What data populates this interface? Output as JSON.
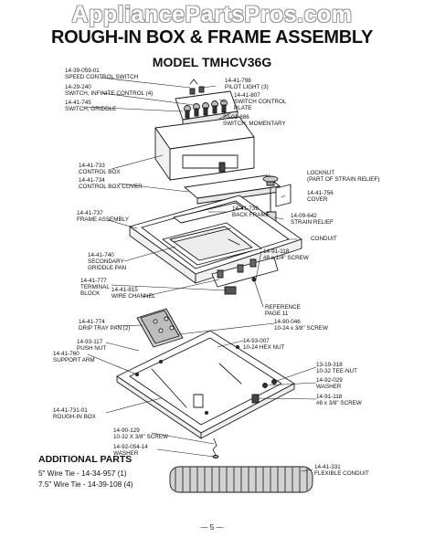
{
  "watermark": "AppliancePartsPros.com",
  "title": "ROUGH-IN BOX & FRAME ASSEMBLY",
  "model": "MODEL TMHCV36G",
  "callouts": {
    "speed_control_switch": {
      "part": "14-39-059-01",
      "desc": "SPEED CONTROL SWITCH"
    },
    "switch_infinite_control": {
      "part": "14-29-240",
      "desc": "SWITCH, INFINITE CONTROL (4)"
    },
    "switch_griddle": {
      "part": "14-41-745",
      "desc": "SWITCH, GRIDDLE"
    },
    "pilot_light": {
      "part": "14-41-798",
      "desc": "PILOT LIGHT (3)"
    },
    "switch_control_plate": {
      "part": "14-41-807",
      "desc1": "SWITCH CONTROL",
      "desc2": "PLATE"
    },
    "switch_momentary": {
      "part": "20-01-886",
      "desc": "SWITCH, MOMENTARY"
    },
    "control_box": {
      "part": "14-41-733",
      "desc": "CONTROL BOX"
    },
    "control_box_cover": {
      "part": "14-41-734",
      "desc": "CONTROL BOX COVER"
    },
    "locknut": {
      "desc1": "LOCKNUT",
      "desc2": "(PART OF STRAIN RELIEF)"
    },
    "cover": {
      "part": "14-41-756",
      "desc": "COVER"
    },
    "strain_relief": {
      "part": "14-09-642",
      "desc": "STRAIN RELIEF"
    },
    "conduit": {
      "desc": "CONDUIT"
    },
    "frame_assembly": {
      "part": "14-41-737",
      "desc": "FRAME ASSEMBLY"
    },
    "back_frame": {
      "part": "14-41-739",
      "desc": "BACK FRAME"
    },
    "secondary_griddle_pan": {
      "part": "14-41-740",
      "desc1": "SECONDARY",
      "desc2": "GRIDDLE PAN"
    },
    "terminal_block": {
      "part": "14-41-777",
      "desc1": "TERMINAL",
      "desc2": "BLOCK"
    },
    "wire_channel": {
      "part": "14-41-815",
      "desc": "WIRE CHANNEL"
    },
    "screw_8_quarter": {
      "part": "14-91-118",
      "desc": "#8 x 1/4\" SCREW"
    },
    "reference": {
      "desc1": "REFERENCE",
      "desc2": "PAGE 11"
    },
    "drip_tray_pan": {
      "part": "14-41-774",
      "desc": "DRIP TRAY PAN (2)"
    },
    "screw_10_24": {
      "part": "14-90-046",
      "desc": "10-24 x 3/8\" SCREW"
    },
    "push_nut": {
      "part": "14-93-117",
      "desc": "PUSH NUT"
    },
    "hex_nut": {
      "part": "14-93-007",
      "desc": "10-24 HEX NUT"
    },
    "tee_nut": {
      "part": "13-19-318",
      "desc": "10-32 TEE-NUT"
    },
    "support_arm": {
      "part": "14-41-760",
      "desc": "SUPPORT ARM"
    },
    "washer_right": {
      "part": "14-92-029",
      "desc": "WASHER"
    },
    "screw_8_3_8": {
      "part": "14-91-118",
      "desc": "#8 x 3/8\" SCREW"
    },
    "rough_in_box": {
      "part": "14-41-731-01",
      "desc": "ROUGH-IN BOX"
    },
    "screw_10_32": {
      "part": "14-90-129",
      "desc": "10-32 X 3/8\" SCREW"
    },
    "washer_bottom": {
      "part": "14-92-054-14",
      "desc": "WASHER"
    },
    "flexible_conduit": {
      "part": "14-41-331",
      "desc": "FLEXIBLE CONDUIT"
    }
  },
  "additional_parts": {
    "title": "ADDITIONAL PARTS",
    "items": [
      "5\" Wire Tie - 14-34-957 (1)",
      "7.5\" Wire Tie - 14-39-108 (4)"
    ]
  },
  "page_number": "— 5 —"
}
